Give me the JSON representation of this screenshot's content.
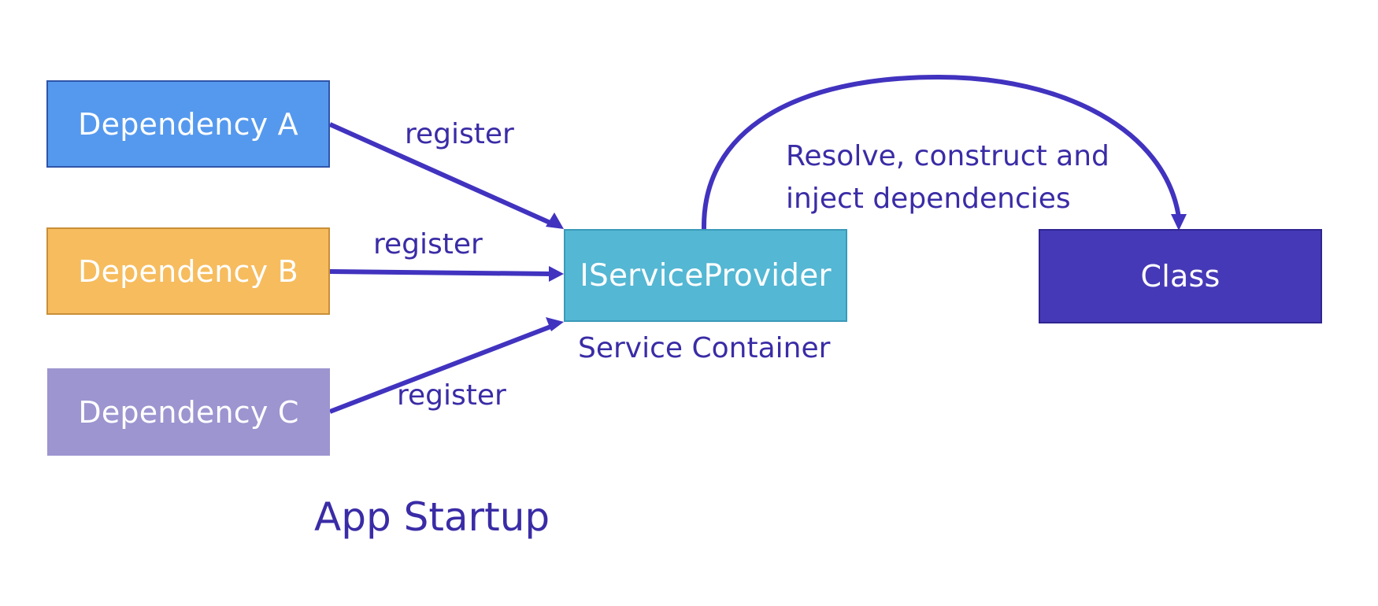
{
  "nodes": {
    "dependency_a": "Dependency A",
    "dependency_b": "Dependency B",
    "dependency_c": "Dependency C",
    "service_provider": "IServiceProvider",
    "class": "Class"
  },
  "edge_labels": {
    "register_a": "register",
    "register_b": "register",
    "register_c": "register",
    "resolve_line1": "Resolve, construct and",
    "resolve_line2": "inject dependencies"
  },
  "captions": {
    "service_container": "Service Container",
    "app_startup": "App Startup"
  },
  "colors": {
    "dependency_a": "#5599ee",
    "dependency_b": "#f6bc5e",
    "dependency_c": "#9c95d0",
    "service_provider": "#54b7d3",
    "class": "#4639b7",
    "arrow": "#4133bf",
    "text": "#3a2ca6"
  }
}
